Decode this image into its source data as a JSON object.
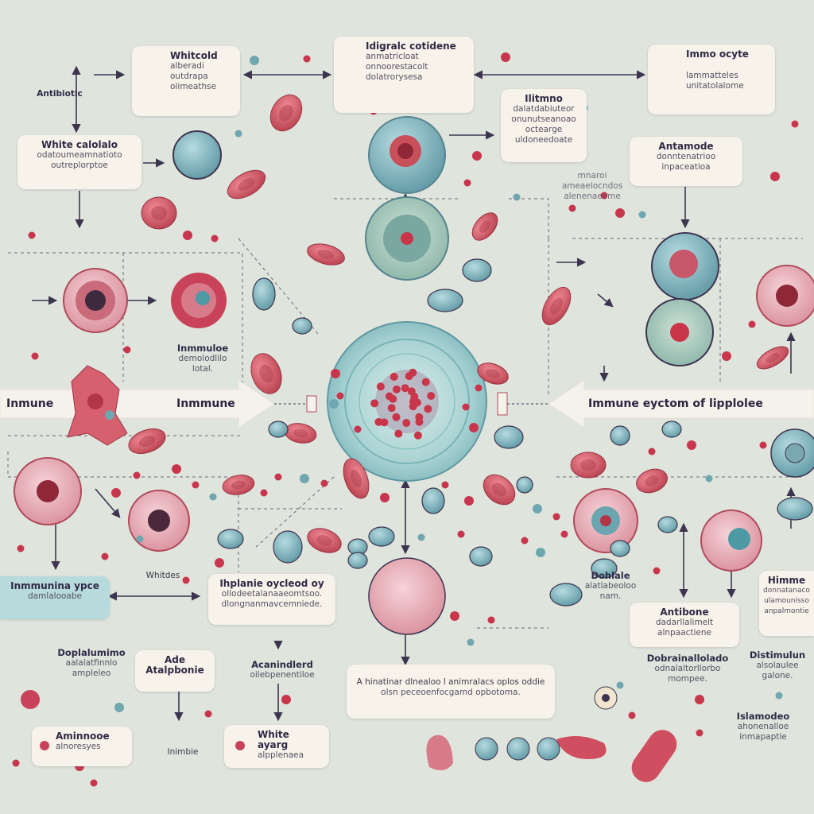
{
  "labels": {
    "antibiotic_top": "Antibiotic",
    "box_wbc": {
      "title": "Whitcold",
      "body": [
        "alberadi",
        "outdrapa",
        "olimeathse"
      ]
    },
    "box_top_center": {
      "title": "Idigralc cotidene",
      "body": [
        "anmatricloat",
        "onnoorestacolt",
        "dolatrorysesa"
      ]
    },
    "box_immune_cyte": {
      "title": "Immo ocyte",
      "body": [
        "lammatteles",
        "unitatolalome"
      ]
    },
    "box_white_cells": {
      "title": "White calolalo",
      "body": [
        "odatoumeamnatioto",
        "outreplorptoe"
      ]
    },
    "box_mid_center": {
      "title": "Ilitmno",
      "body": [
        "dalatdabiuteor",
        "onunutseanoao",
        "octearge",
        "uldoneedoate"
      ]
    },
    "box_antimode": {
      "title": "Antamode",
      "body": [
        "donntenatrioo",
        "inpaceatioa"
      ]
    },
    "faint_right": [
      "mnaroi",
      "ameaelocndos",
      "alenenaeeme"
    ],
    "immunode_left": {
      "title": "Inmmuloe",
      "body": [
        "demolodlilo",
        "lotal."
      ]
    },
    "banner_left": "Inmune",
    "banner_center": "Inmmune",
    "banner_right": "Immune eyctom of lipplolee",
    "bl_box": {
      "title": "Inmmunina ypce",
      "body": "damlalooabe"
    },
    "white_ides": "Whitdes",
    "box_tripl": {
      "title": "Ihplanie oycleod oy",
      "body": [
        "ollodeetalanaaeomtsoo.",
        "dlongnanmavcemniede."
      ]
    },
    "diplumimo": {
      "title": "Doplalumimo",
      "body": [
        "aalalatfinnlo",
        "ampleleo"
      ]
    },
    "box_ade": {
      "title": "Ade",
      "body": "Atalpbonie"
    },
    "acanindred": {
      "title": "Acanindlerd",
      "body": [
        "oilebpenentiloe"
      ]
    },
    "box_dolet": {
      "title": "Dohlale",
      "body": [
        "alatlabeoloo",
        "nam."
      ]
    },
    "box_antibone": {
      "title": "Antibone",
      "body": [
        "dadarllalimelt",
        "alnpaactiene"
      ]
    },
    "box_himme_r": {
      "title": "Himme",
      "body": [
        "donnatanaco",
        "ulamounisso",
        "anpalmontie"
      ]
    },
    "box_bottom_center": {
      "title": "A hinatinar dlnealoo l animralacs oplos oddie",
      "body": "olsn peceoenfocgamd opbotoma."
    },
    "doboro": {
      "title": "Dobrainallolado",
      "body": [
        "odnalaltorllorbo",
        "mompee."
      ]
    },
    "dismulun": {
      "title": "Distimulun",
      "body": [
        "alsolaulee",
        "galone."
      ]
    },
    "box_bl_amin": {
      "title": "Aminnooe",
      "body": "alnoresyes"
    },
    "inhibre": "Inimbie",
    "box_wcell_bottom": {
      "title": "White ayarg",
      "body": "alpplenaea"
    },
    "islamodeo": {
      "title": "Islamodeo",
      "body": [
        "ahonenalloe",
        "inmapaptie"
      ]
    }
  },
  "colors": {
    "background": "#dfe4dc",
    "red_cell": "#d2616d",
    "teal_cell": "#6fa7b0",
    "pink_cell": "#e6a5b0",
    "arrow": "#3d3550",
    "label_bg": "#f7f3ea",
    "banner": "#f5f2ec"
  }
}
